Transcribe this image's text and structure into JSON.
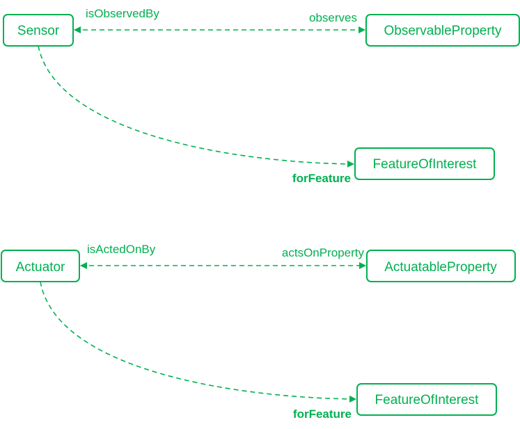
{
  "accent_color": "#00B050",
  "groups": [
    {
      "subject": "Sensor",
      "target": "ObservableProperty",
      "inverse_label": "isObservedBy",
      "forward_label": "observes",
      "feature": "FeatureOfInterest",
      "feature_label": "forFeature"
    },
    {
      "subject": "Actuator",
      "target": "ActuatableProperty",
      "inverse_label": "isActedOnBy",
      "forward_label": "actsOnProperty",
      "feature": "FeatureOfInterest",
      "feature_label": "forFeature"
    }
  ]
}
